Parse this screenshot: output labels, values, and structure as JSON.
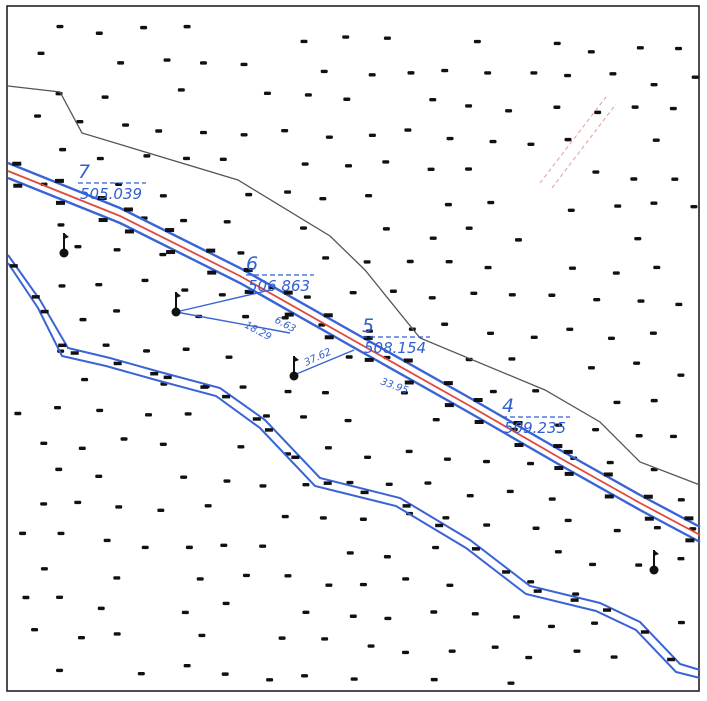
{
  "stations": [
    {
      "number": "7",
      "elevation": "505.039"
    },
    {
      "number": "6",
      "elevation": "506.863"
    },
    {
      "number": "5",
      "elevation": "508.154"
    },
    {
      "number": "4",
      "elevation": "509.235"
    }
  ],
  "offsets": [
    "6.63",
    "18.29",
    "37.62",
    "33.95"
  ],
  "colors": {
    "alignment_blue": "#3a63d6",
    "centerline_red": "#e04a3a",
    "annotation_blue": "#2f5fd0",
    "terrain_line": "#555555",
    "survey_mark": "#111111",
    "frame": "#222222"
  },
  "icons": {
    "survey_point": "survey-point-flag-icon"
  }
}
